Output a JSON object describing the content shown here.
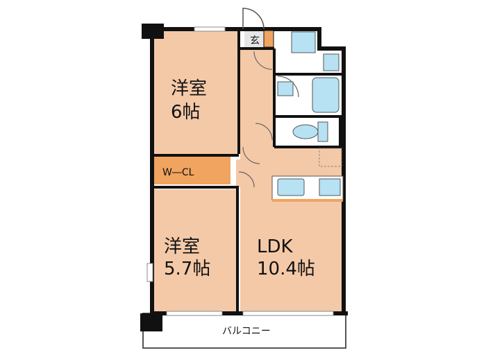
{
  "rooms": {
    "western_room_1": {
      "name": "洋室",
      "size": "6帖"
    },
    "western_room_2": {
      "name": "洋室",
      "size": "5.7帖"
    },
    "ldk": {
      "name": "LDK",
      "size": "10.4帖"
    },
    "walk_in_closet": {
      "name": "W―CL"
    },
    "entrance": {
      "name": "玄"
    },
    "balcony": {
      "name": "バルコニー"
    }
  },
  "colors": {
    "room_fill": "#f4c9a8",
    "closet_fill": "#f0a460",
    "wet_area_fill": "#ffffff",
    "fixture_fill": "#b6e2f3",
    "wall": "#111111",
    "counter": "#f0a460",
    "balcony_fill": "#ffffff",
    "entrance_fill": "#e6e6e6"
  }
}
